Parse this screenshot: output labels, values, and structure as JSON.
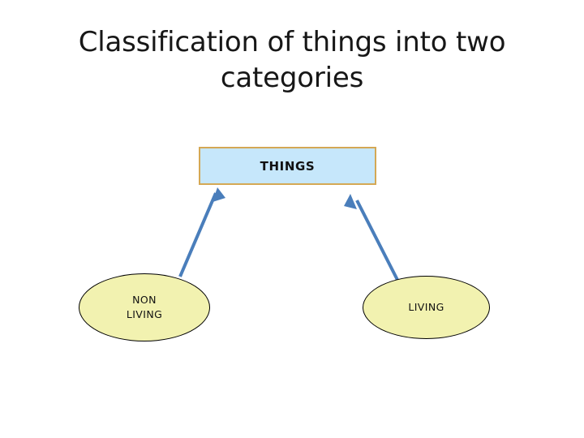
{
  "slide": {
    "title": "Classification of things into two\ncategories",
    "background_color": "#ffffff"
  },
  "diagram": {
    "root": {
      "label": "THINGS",
      "fill_color": "#c6e7fb",
      "border_color": "#d4a855"
    },
    "nodes": [
      {
        "name": "non-living",
        "label": "NON\nLIVING",
        "fill_color": "#f2f2b0",
        "border_color": "#000000"
      },
      {
        "name": "living",
        "label": "LIVING",
        "fill_color": "#f2f2b0",
        "border_color": "#000000"
      }
    ],
    "connectors": {
      "color": "#4a7ebb",
      "left_arrow_name": "arrow-nonliving-to-things",
      "right_arrow_name": "arrow-living-to-things"
    }
  }
}
